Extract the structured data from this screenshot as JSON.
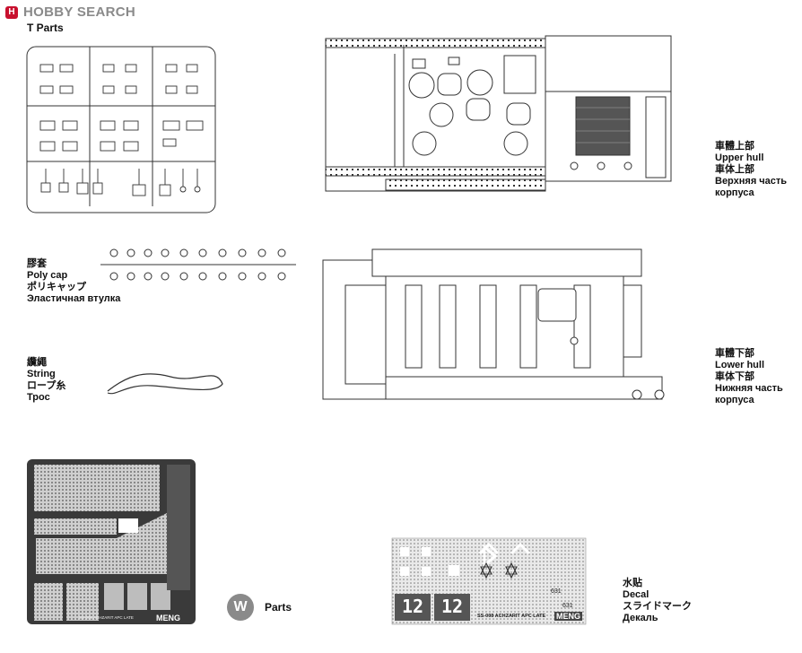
{
  "site": {
    "logo_letter": "H",
    "logo_text": "HOBBY SEARCH",
    "accent": "#c8102e"
  },
  "t_parts": {
    "title": "T Parts"
  },
  "upper_hull": {
    "lines": [
      "車體上部",
      "Upper hull",
      "車体上部",
      "Верхняя часть",
      "корпуса"
    ]
  },
  "lower_hull": {
    "lines": [
      "車體下部",
      "Lower hull",
      "車体下部",
      "Нижняя часть",
      "корпуса"
    ]
  },
  "poly_cap": {
    "lines": [
      "膠套",
      "Poly cap",
      "ポリキャップ",
      "Эластичная втулка"
    ]
  },
  "string": {
    "lines": [
      "纜繩",
      "String",
      "ロープ糸",
      "Трос"
    ]
  },
  "w_parts": {
    "badge": "W",
    "label": "Parts"
  },
  "pe_sheet": {
    "caption": "SS-008 ACHZARIT APC LATE",
    "brand": "MENG"
  },
  "decal_sheet": {
    "numbers": [
      "12",
      "12"
    ],
    "caption": "SS-008 ACHZARIT APC LATE",
    "brand": "MENG",
    "small_numbers": [
      "631",
      "631"
    ]
  },
  "decal": {
    "lines": [
      "水贴",
      "Decal",
      "スライドマーク",
      "Декаль"
    ]
  }
}
